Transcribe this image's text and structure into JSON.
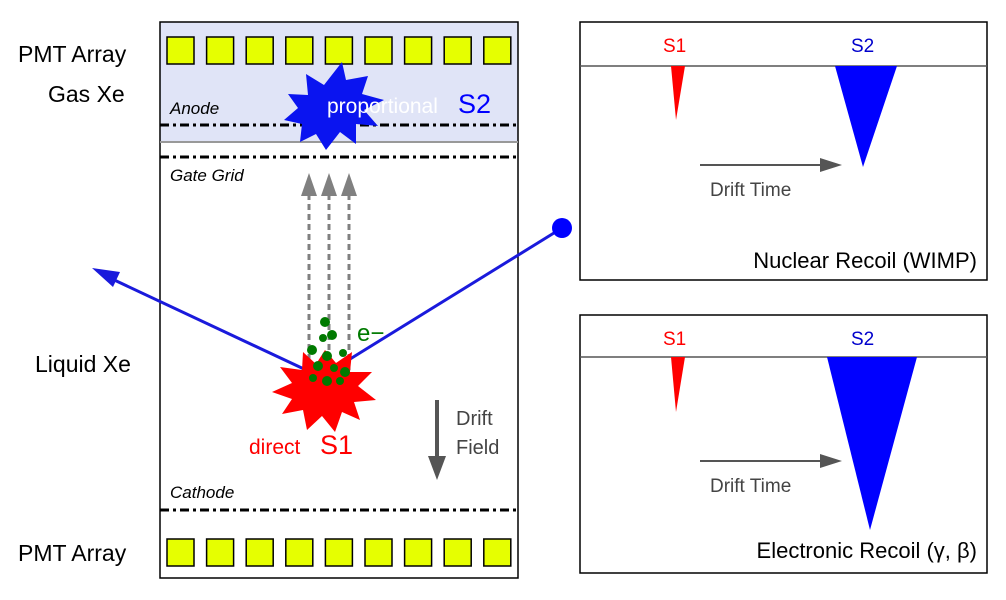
{
  "detector": {
    "pmt_top_label": "PMT Array",
    "gas_label": "Gas Xe",
    "liquid_label": "Liquid Xe",
    "pmt_bottom_label": "PMT Array",
    "anode_label": "Anode",
    "gate_label": "Gate Grid",
    "cathode_label": "Cathode",
    "proportional_label": "proportional",
    "s2_label": "S2",
    "direct_label": "direct",
    "s1_label": "S1",
    "electron_label": "e−",
    "drift_field_line1": "Drift",
    "drift_field_line2": "Field",
    "pmt_count_top": 9,
    "pmt_count_bottom": 9
  },
  "panels": [
    {
      "s1_label": "S1",
      "s2_label": "S2",
      "drift_time_label": "Drift Time",
      "caption": "Nuclear Recoil (WIMP)"
    },
    {
      "s1_label": "S1",
      "s2_label": "S2",
      "drift_time_label": "Drift Time",
      "caption": "Electronic Recoil (γ, β)"
    }
  ],
  "colors": {
    "pmt_fill": "#e6ff00",
    "gas_fill": "#e0e4f7",
    "s1_red": "#ff0000",
    "s2_blue": "#0000ff",
    "electron_green": "#007a00",
    "track_blue": "#1a1adc",
    "drift_gray": "#808080"
  }
}
